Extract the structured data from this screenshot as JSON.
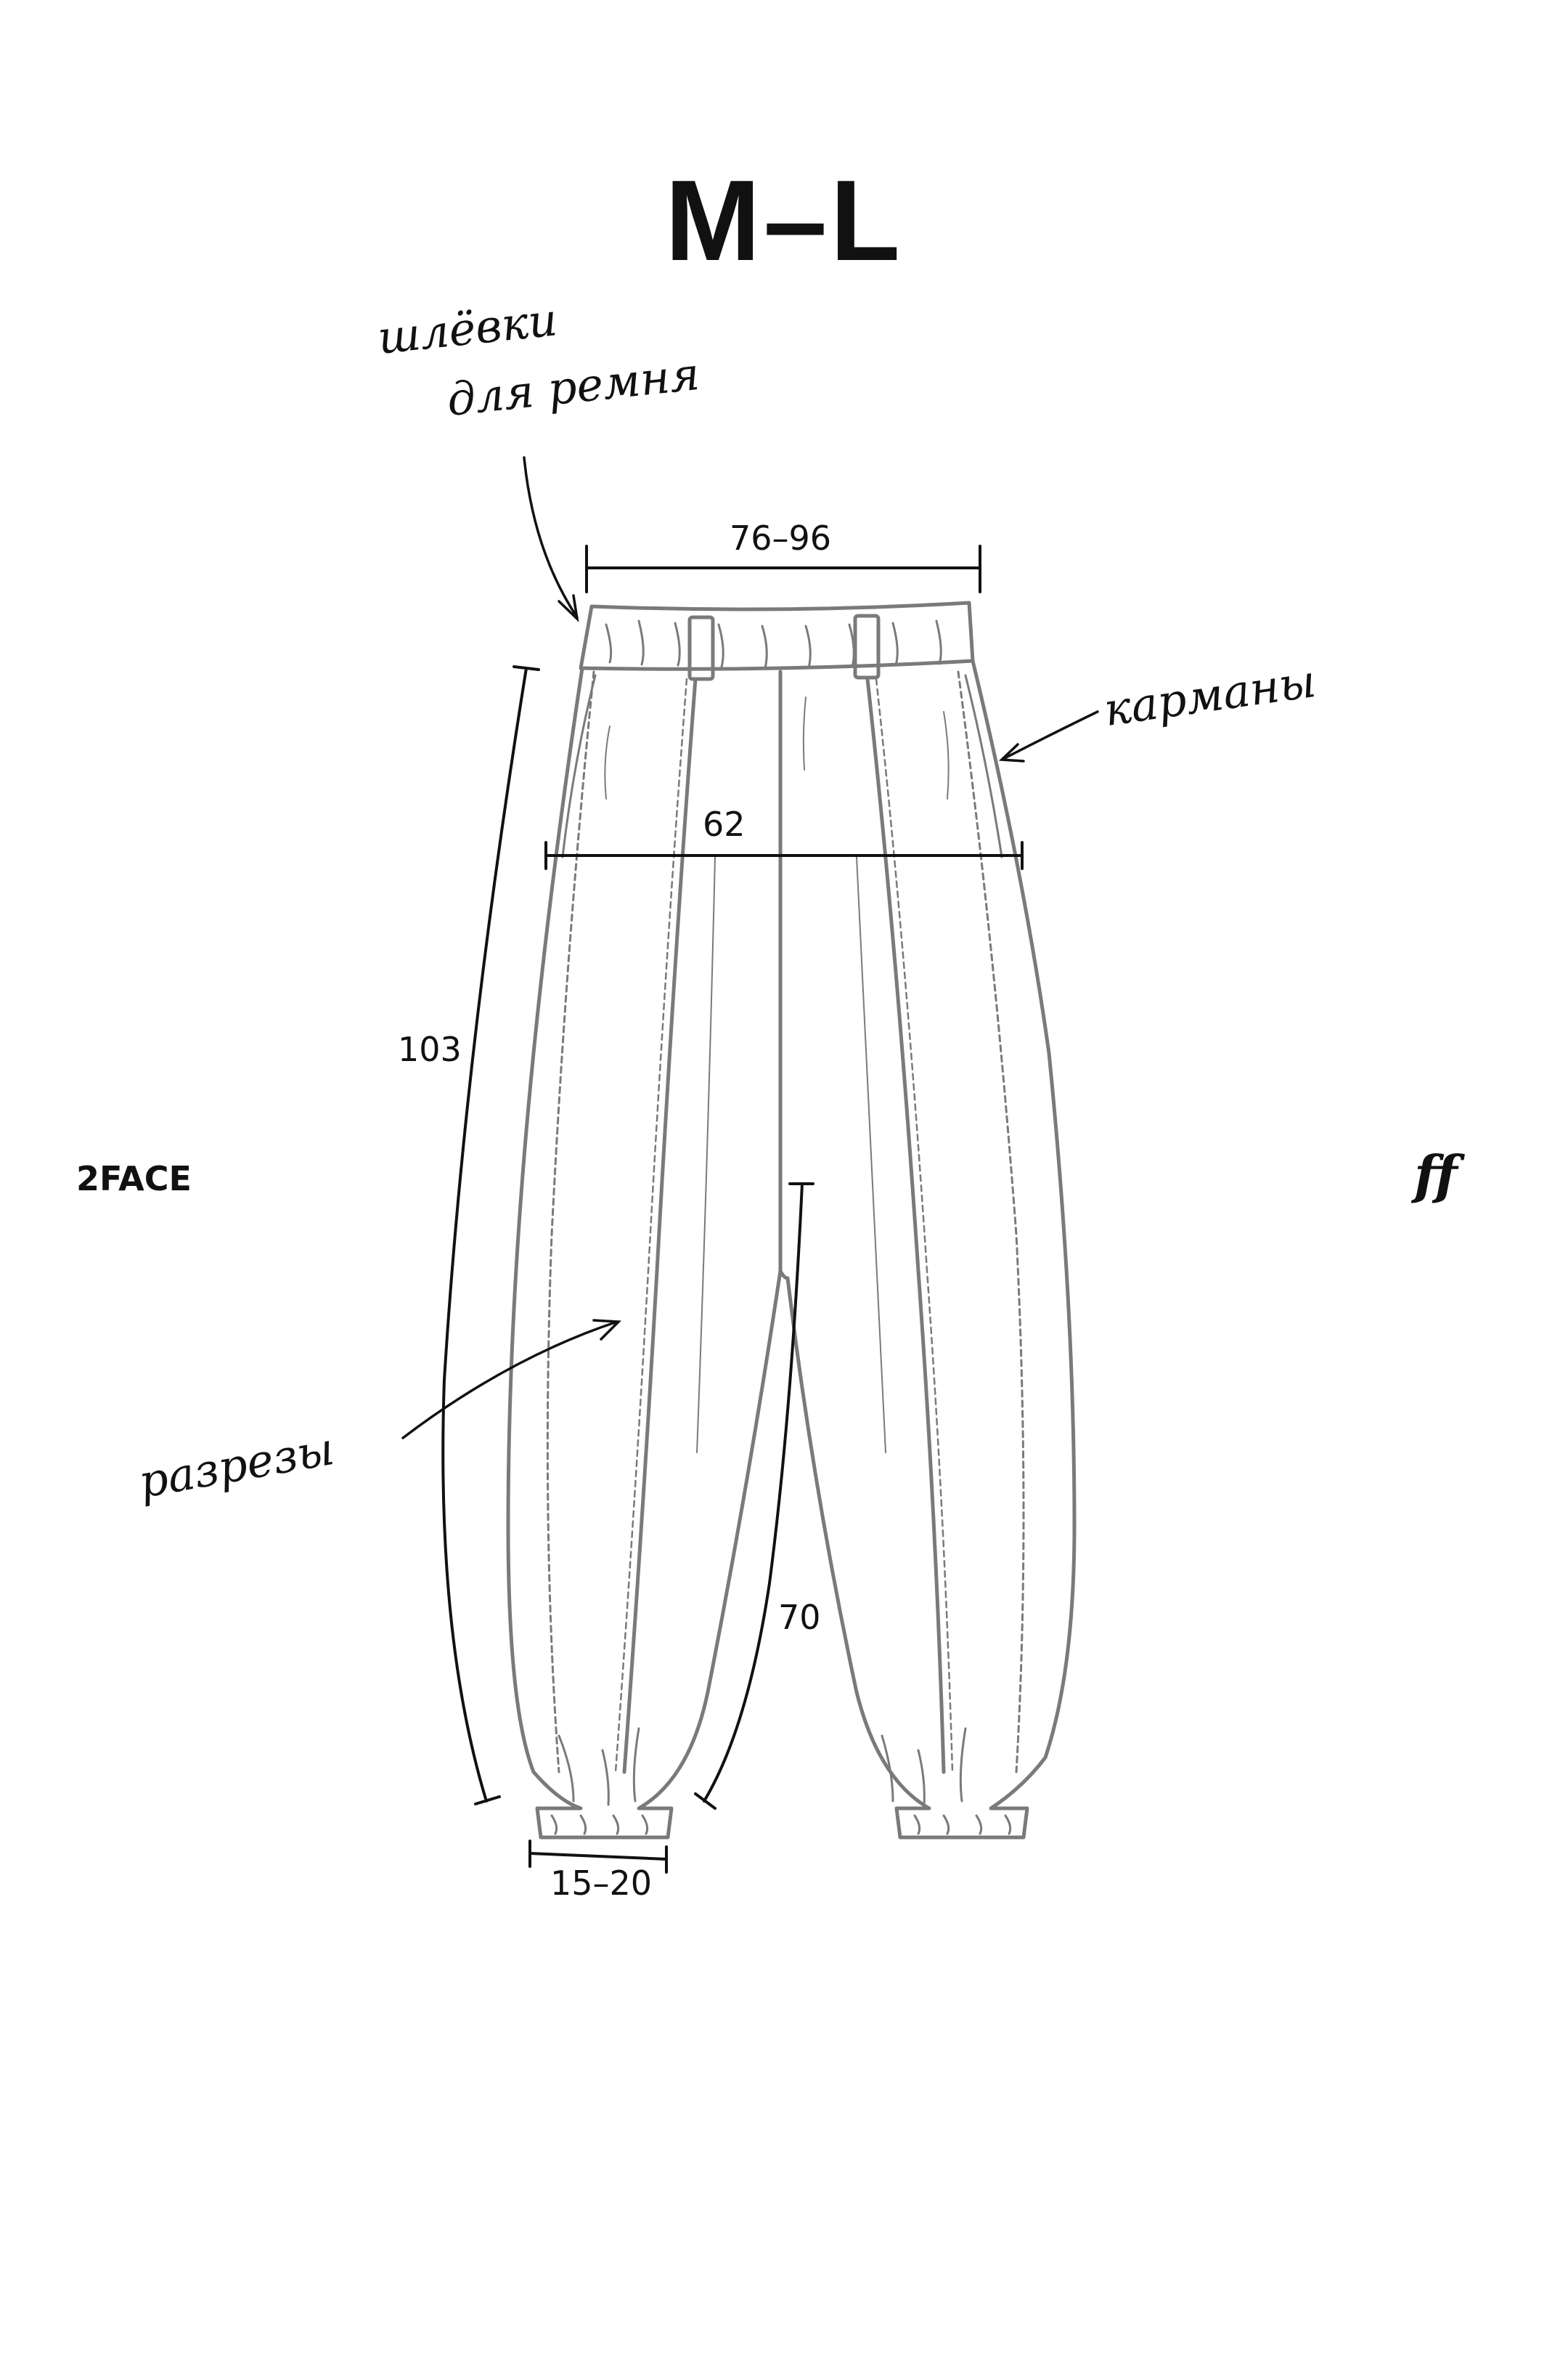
{
  "size_label": "M–L",
  "measurements": {
    "waist": "76–96",
    "hip": "62",
    "outseam": "103",
    "inseam": "70",
    "cuff": "15–20"
  },
  "annotations": {
    "belt_loops_line1": "шлёвки",
    "belt_loops_line2": "для ремня",
    "pockets": "карманы",
    "slits": "разрезы"
  },
  "brand": {
    "name": "2FACE",
    "mark": "ff"
  },
  "colors": {
    "line": "#7a7a7a",
    "ink": "#111111",
    "background": "#ffffff"
  }
}
